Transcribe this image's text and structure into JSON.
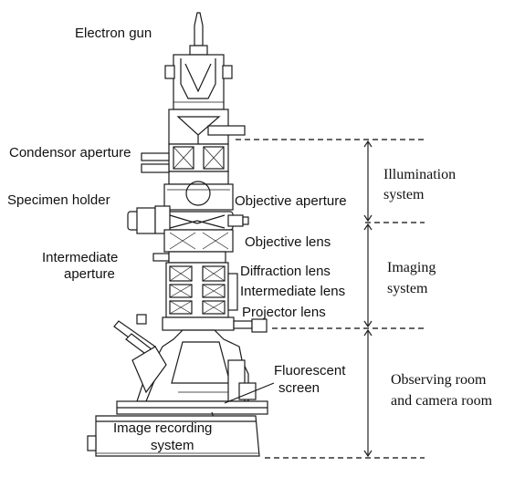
{
  "labels": {
    "electron_gun": "Electron  gun",
    "condensor_aperture": "Condensor aperture",
    "specimen_holder": "Specimen holder",
    "objective_aperture": "Objective aperture",
    "objective_lens": "Objective lens",
    "intermediate_aperture_line1": "Intermediate",
    "intermediate_aperture_line2": "aperture",
    "diffraction_lens": "Diffraction lens",
    "intermediate_lens": "Intermediate lens",
    "projector_lens": "Projector lens",
    "fluorescent_screen_line1": "Fluorescent",
    "fluorescent_screen_line2": "screen",
    "image_recording_line1": "Image recording",
    "image_recording_line2": "system"
  },
  "systems": {
    "illumination_line1": "Illumination",
    "illumination_line2": "system",
    "imaging_line1": "Imaging",
    "imaging_line2": "system",
    "observing_line1": "Observing room",
    "observing_line2": "and camera room"
  }
}
